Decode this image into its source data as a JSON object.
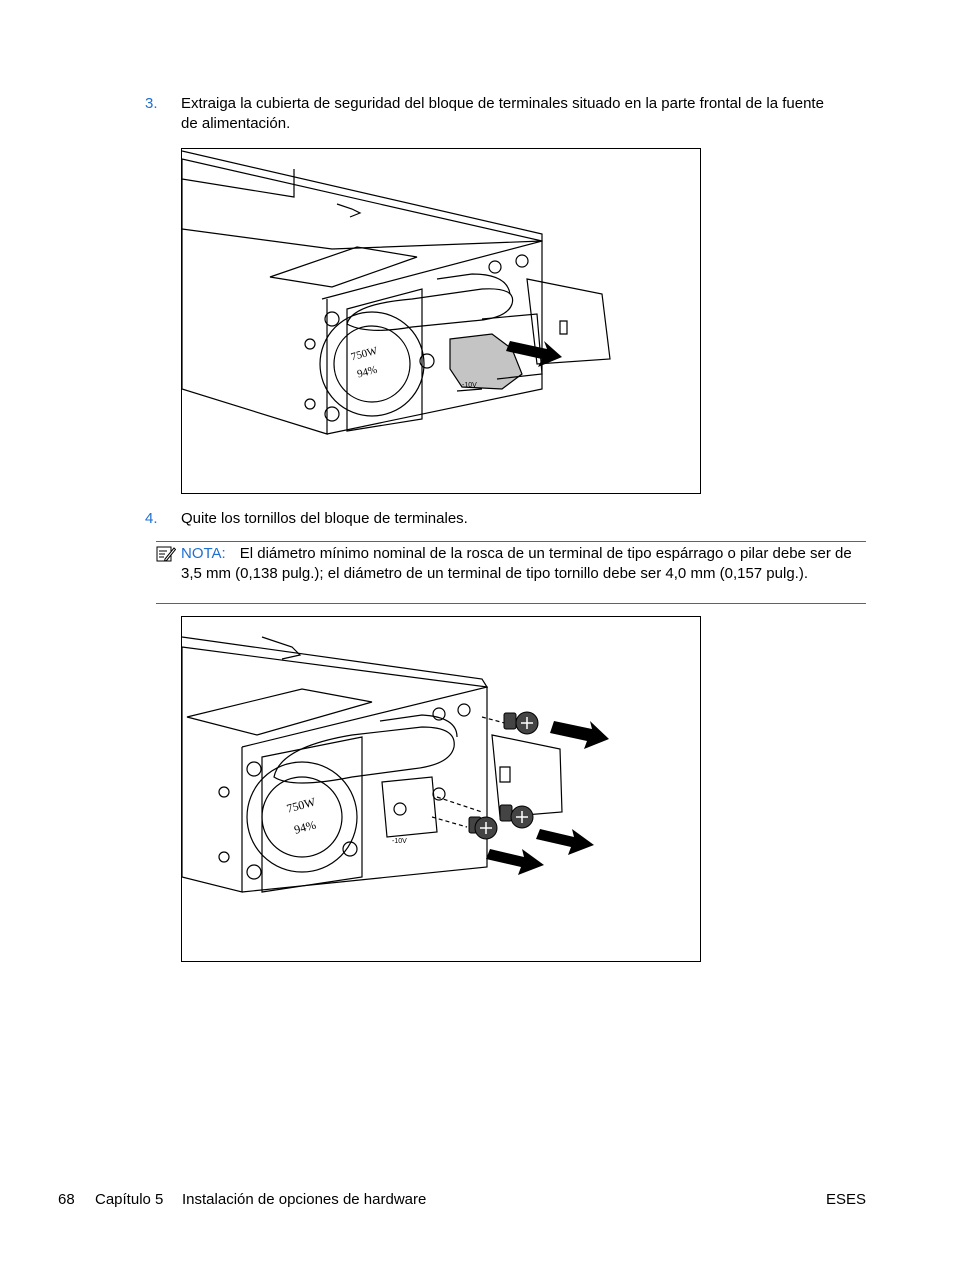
{
  "steps": [
    {
      "number": "3.",
      "text": "Extraiga la cubierta de seguridad del bloque de terminales situado en la parte frontal de la fuente de alimentación."
    },
    {
      "number": "4.",
      "text": "Quite los tornillos del bloque de terminales."
    }
  ],
  "note": {
    "label": "NOTA:",
    "text": "El diámetro mínimo nominal de la rosca de un terminal de tipo espárrago o pilar debe ser de 3,5 mm (0,138 pulg.); el diámetro de un terminal de tipo tornillo debe ser 4,0 mm (0,157 pulg.).",
    "icon": "note-pencil-icon"
  },
  "figures": {
    "figure1": {
      "wattage": "750W",
      "efficiency": "94%",
      "mark": "-10V"
    },
    "figure2": {
      "wattage": "750W",
      "efficiency": "94%",
      "mark": "-10V"
    }
  },
  "footer": {
    "page_number": "68",
    "chapter": "Capítulo 5",
    "chapter_title": "Instalación de opciones de hardware",
    "locale": "ESES"
  },
  "colors": {
    "accent": "#1f6fd1",
    "text": "#000000"
  }
}
